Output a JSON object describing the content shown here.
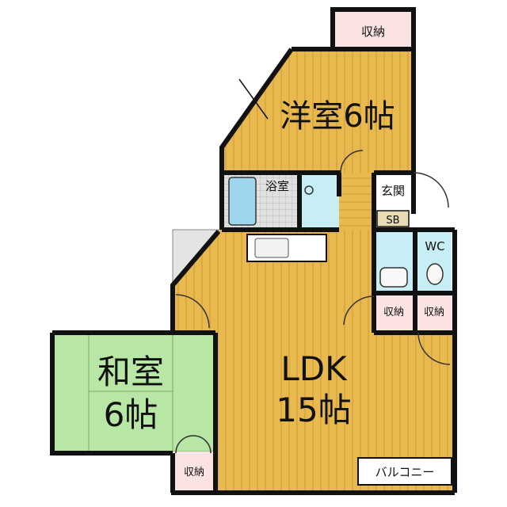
{
  "floor_plan": {
    "rooms": {
      "western_room": {
        "label": "洋室6帖"
      },
      "bath": {
        "label": "浴室"
      },
      "entrance": {
        "label": "玄関"
      },
      "shoe_box": {
        "label": "SB"
      },
      "wc": {
        "label": "WC"
      },
      "japanese_room": {
        "line1": "和室",
        "line2": "6帖"
      },
      "ldk": {
        "line1": "LDK",
        "line2": "15帖"
      },
      "balcony": {
        "label": "バルコニー"
      }
    },
    "storage": {
      "top": "収納",
      "center_left": "収納",
      "center_right": "収納",
      "bottom": "収納"
    },
    "colors": {
      "wood_floor": "#e8b94f",
      "wood_stripe": "#d9a33a",
      "tatami": "#b8e6a4",
      "storage": "#fbe3e3",
      "wet_area": "#c8eef5",
      "tile": "#d8d8d8",
      "balcony": "#e4e4e4",
      "wall": "#111111"
    }
  }
}
